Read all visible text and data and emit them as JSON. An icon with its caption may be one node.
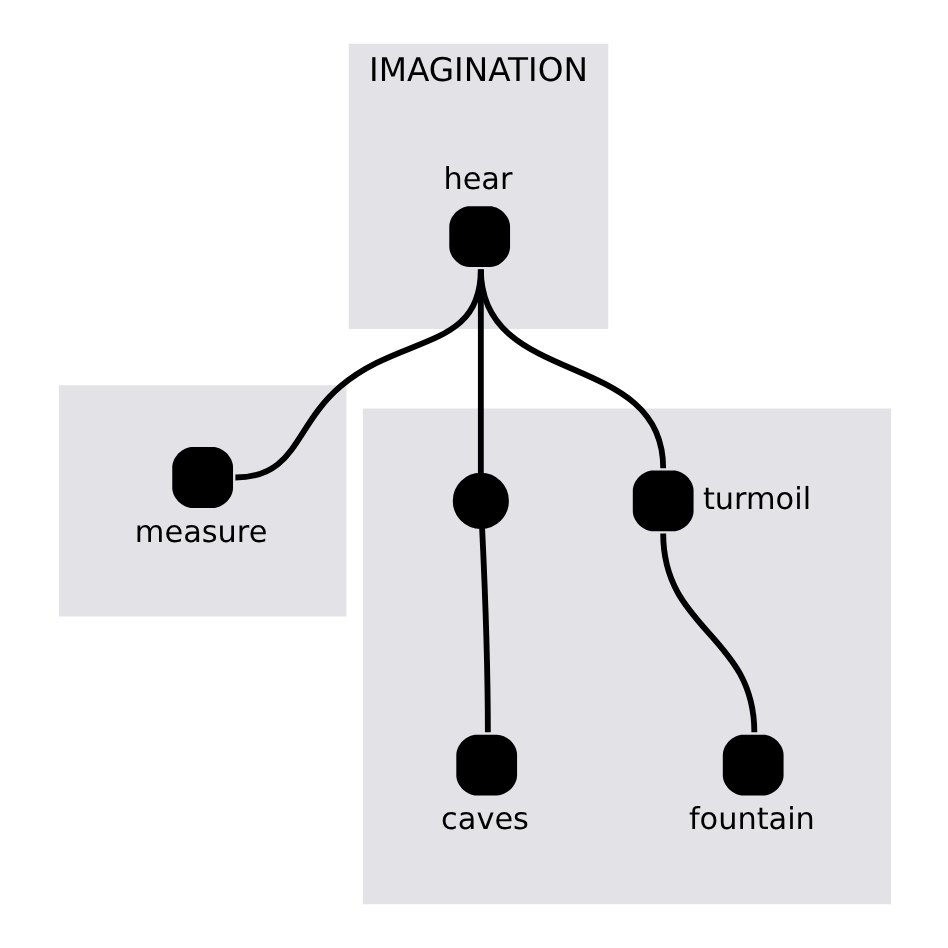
{
  "diagram": {
    "nodes": [
      {
        "text": [
          "IMAGINATION"
        ]
      },
      {
        "text": [
          "hear"
        ],
        "in": 0
      },
      {
        "text": [],
        "shape": "box"
      },
      {
        "text": [
          "measure"
        ],
        "in": 2
      },
      {
        "text": [],
        "shape": "box"
      },
      {
        "text": [
          "turmoil"
        ],
        "in": 4
      },
      {
        "text": [
          "fountain"
        ],
        "in": 4
      },
      {
        "text": [],
        "shape": "circle",
        "in": 4
      },
      {
        "text": [
          "caves"
        ],
        "in": 4
      }
    ],
    "edges": [
      {
        "from": 1,
        "to": 3,
        "arrow": "none"
      },
      {
        "from": 1,
        "to": 5,
        "arrow": "none"
      },
      {
        "from": 1,
        "to": 7,
        "arrow": "none"
      },
      {
        "from": 5,
        "to": 6,
        "arrow": "none"
      },
      {
        "from": 7,
        "to": 8,
        "arrow": "none"
      }
    ]
  }
}
